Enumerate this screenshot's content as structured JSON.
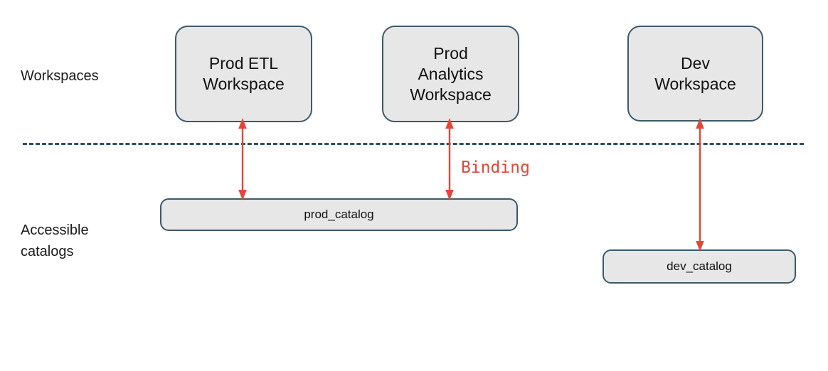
{
  "diagram": {
    "title": "Workspace catalog binding diagram",
    "background": "#ffffff",
    "colors": {
      "node_fill": "#e7e7e7",
      "node_border": "#3c5a6b",
      "arrow": "#e2483a",
      "divider": "#2f4f63",
      "text": "#111111"
    },
    "row_labels": {
      "workspaces": "Workspaces",
      "catalogs": "Accessible\ncatalogs"
    },
    "workspaces": [
      {
        "id": "prod-etl",
        "label": "Prod ETL\nWorkspace"
      },
      {
        "id": "prod-analytics",
        "label": "Prod\nAnalytics\nWorkspace"
      },
      {
        "id": "dev",
        "label": "Dev\nWorkspace"
      }
    ],
    "catalogs": [
      {
        "id": "prod-catalog",
        "label": "prod_catalog"
      },
      {
        "id": "dev-catalog",
        "label": "dev_catalog"
      }
    ],
    "connections": [
      {
        "id": "binding-1",
        "from": "prod-etl",
        "to": "prod-catalog",
        "style": "double-arrow"
      },
      {
        "id": "binding-2",
        "from": "prod-analytics",
        "to": "prod-catalog",
        "style": "double-arrow"
      },
      {
        "id": "binding-3",
        "from": "dev",
        "to": "dev-catalog",
        "style": "double-arrow"
      }
    ],
    "annotations": {
      "binding": "Binding"
    },
    "divider": {
      "style": "dashed"
    }
  }
}
